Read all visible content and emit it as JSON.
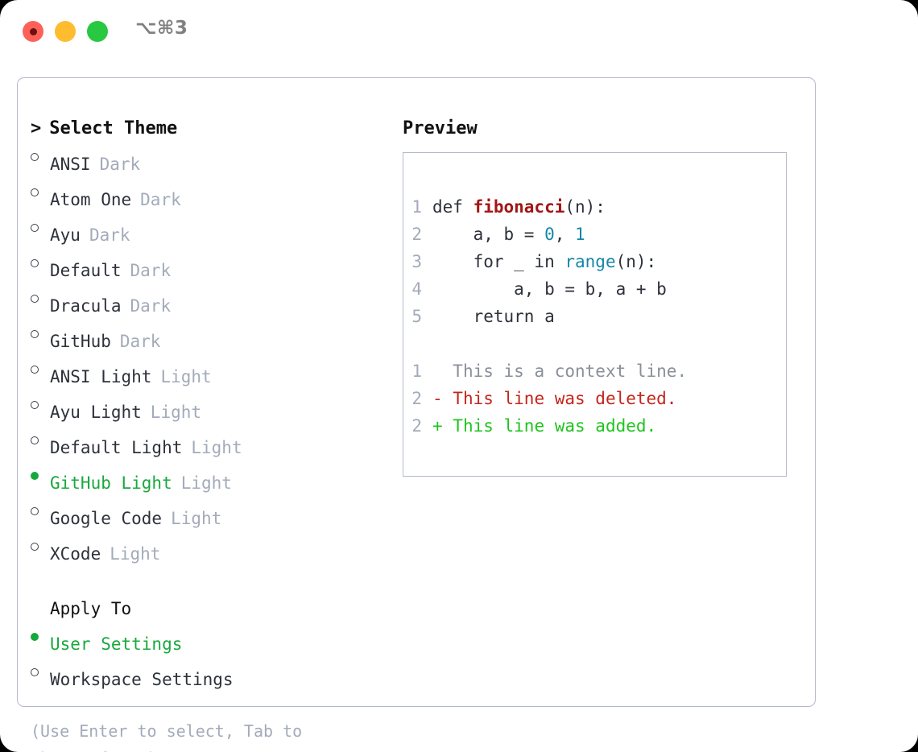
{
  "titlebar": {
    "shortcut": "⌥⌘3",
    "dots": [
      {
        "name": "close-button",
        "color": "#ff6058"
      },
      {
        "name": "minimize-button",
        "color": "#febc2e"
      },
      {
        "name": "maximize-button",
        "color": "#28c840"
      }
    ]
  },
  "theme_picker": {
    "heading": "Select Theme",
    "caret": ">",
    "items": [
      {
        "label": "ANSI",
        "tag": "Dark",
        "selected": false
      },
      {
        "label": "Atom One",
        "tag": "Dark",
        "selected": false
      },
      {
        "label": "Ayu",
        "tag": "Dark",
        "selected": false
      },
      {
        "label": "Default",
        "tag": "Dark",
        "selected": false
      },
      {
        "label": "Dracula",
        "tag": "Dark",
        "selected": false
      },
      {
        "label": "GitHub",
        "tag": "Dark",
        "selected": false
      },
      {
        "label": "ANSI Light",
        "tag": "Light",
        "selected": false
      },
      {
        "label": "Ayu Light",
        "tag": "Light",
        "selected": false
      },
      {
        "label": "Default Light",
        "tag": "Light",
        "selected": false
      },
      {
        "label": "GitHub Light",
        "tag": "Light",
        "selected": true
      },
      {
        "label": "Google Code",
        "tag": "Light",
        "selected": false
      },
      {
        "label": "XCode",
        "tag": "Light",
        "selected": false
      }
    ]
  },
  "apply_to": {
    "heading": "Apply To",
    "items": [
      {
        "label": "User Settings",
        "selected": true
      },
      {
        "label": "Workspace Settings",
        "selected": false
      }
    ]
  },
  "hint": "(Use Enter to select, Tab to change focus)",
  "preview": {
    "title": "Preview",
    "code_lines": [
      {
        "number": "1",
        "tokens": [
          {
            "text": "def ",
            "type": "kw"
          },
          {
            "text": "fibonacci",
            "type": "fn"
          },
          {
            "text": "(n):",
            "type": "punc"
          }
        ]
      },
      {
        "number": "2",
        "tokens": [
          {
            "text": "    a, b = ",
            "type": "kw"
          },
          {
            "text": "0",
            "type": "num"
          },
          {
            "text": ", ",
            "type": "punc"
          },
          {
            "text": "1",
            "type": "num"
          }
        ]
      },
      {
        "number": "3",
        "tokens": [
          {
            "text": "    for _ in ",
            "type": "kw"
          },
          {
            "text": "range",
            "type": "call"
          },
          {
            "text": "(n):",
            "type": "punc"
          }
        ]
      },
      {
        "number": "4",
        "tokens": [
          {
            "text": "        a, b = b, a + b",
            "type": "kw"
          }
        ]
      },
      {
        "number": "5",
        "tokens": [
          {
            "text": "    return a",
            "type": "kw"
          }
        ]
      }
    ],
    "diff_lines": [
      {
        "number": "1",
        "marker": " ",
        "text": " This is a context line.",
        "kind": "context"
      },
      {
        "number": "2",
        "marker": "-",
        "text": " This line was deleted.",
        "kind": "deleted"
      },
      {
        "number": "2",
        "marker": "+",
        "text": " This line was added.",
        "kind": "added"
      }
    ]
  },
  "colors": {
    "selected_green": "#19a83e",
    "diff_add_green": "#1fc41f",
    "diff_del_red": "#c5241b",
    "tag_gray": "#a3abba",
    "function_red": "#a31515",
    "number_teal": "#1587a8",
    "border": "#b3bac7"
  }
}
